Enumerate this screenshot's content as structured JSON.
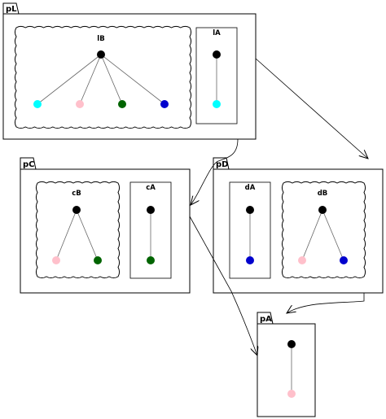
{
  "packages": {
    "pL": {
      "label": "pL"
    },
    "pC": {
      "label": "pC"
    },
    "pD": {
      "label": "pD"
    },
    "pA": {
      "label": "pA"
    }
  },
  "nodes": {
    "lB": {
      "label": "lB",
      "shape": "cloud"
    },
    "lA": {
      "label": "lA",
      "shape": "rectangle"
    },
    "cB": {
      "label": "cB",
      "shape": "cloud"
    },
    "cA": {
      "label": "cA",
      "shape": "rectangle"
    },
    "dA": {
      "label": "dA",
      "shape": "rectangle"
    },
    "dB": {
      "label": "dB",
      "shape": "cloud"
    }
  },
  "colors": {
    "black": "#000000",
    "cyan": "#00ffff",
    "pink": "#ffc0cb",
    "green": "#006400",
    "blue": "#0000cd"
  }
}
